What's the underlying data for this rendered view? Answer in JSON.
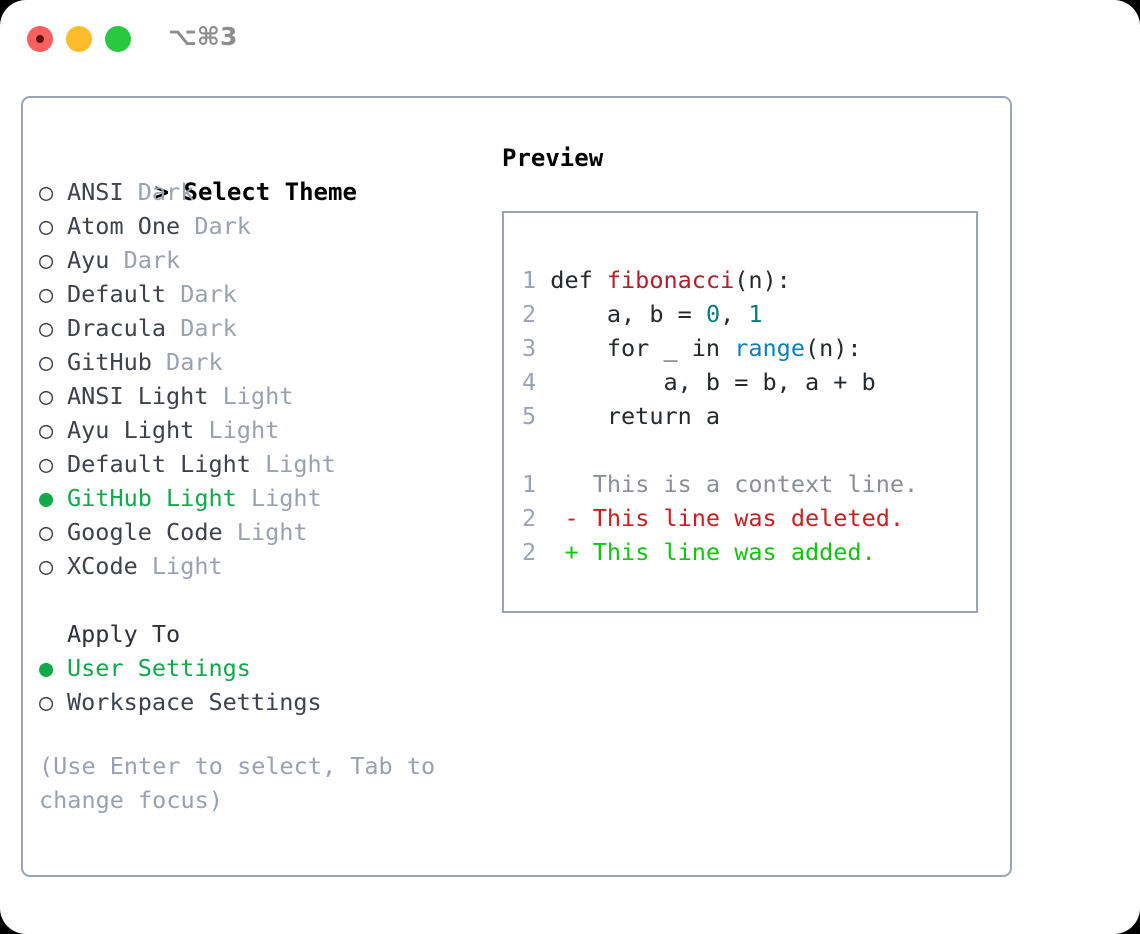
{
  "window": {
    "shortcut_label": "⌥⌘3",
    "controls": [
      "close",
      "minimize",
      "maximize"
    ]
  },
  "theme_picker": {
    "header_prefix": ">",
    "header": "Select Theme",
    "bullet_selected": "●",
    "bullet_unselected": "○",
    "items": [
      {
        "label": "ANSI",
        "badge": "Dark",
        "selected": false
      },
      {
        "label": "Atom One",
        "badge": "Dark",
        "selected": false
      },
      {
        "label": "Ayu",
        "badge": "Dark",
        "selected": false
      },
      {
        "label": "Default",
        "badge": "Dark",
        "selected": false
      },
      {
        "label": "Dracula",
        "badge": "Dark",
        "selected": false
      },
      {
        "label": "GitHub",
        "badge": "Dark",
        "selected": false
      },
      {
        "label": "ANSI Light",
        "badge": "Light",
        "selected": false
      },
      {
        "label": "Ayu Light",
        "badge": "Light",
        "selected": false
      },
      {
        "label": "Default Light",
        "badge": "Light",
        "selected": false
      },
      {
        "label": "GitHub Light",
        "badge": "Light",
        "selected": true
      },
      {
        "label": "Google Code",
        "badge": "Light",
        "selected": false
      },
      {
        "label": "XCode",
        "badge": "Light",
        "selected": false
      }
    ]
  },
  "apply_to": {
    "header": "Apply To",
    "items": [
      {
        "label": "User Settings",
        "selected": true
      },
      {
        "label": "Workspace Settings",
        "selected": false
      }
    ]
  },
  "hint": "(Use Enter to select, Tab to change focus)",
  "preview": {
    "title": "Preview",
    "code_lines": [
      {
        "n": "1",
        "tokens": [
          {
            "t": "def ",
            "c": "kw"
          },
          {
            "t": "fibonacci",
            "c": "fn"
          },
          {
            "t": "(n):",
            "c": "plain"
          }
        ]
      },
      {
        "n": "2",
        "tokens": [
          {
            "t": "    a, b = ",
            "c": "plain"
          },
          {
            "t": "0",
            "c": "num"
          },
          {
            "t": ", ",
            "c": "plain"
          },
          {
            "t": "1",
            "c": "num"
          }
        ]
      },
      {
        "n": "3",
        "tokens": [
          {
            "t": "    for _ in ",
            "c": "kw"
          },
          {
            "t": "range",
            "c": "bi"
          },
          {
            "t": "(n):",
            "c": "plain"
          }
        ]
      },
      {
        "n": "4",
        "tokens": [
          {
            "t": "        a, b = b, a + b",
            "c": "plain"
          }
        ]
      },
      {
        "n": "5",
        "tokens": [
          {
            "t": "    return a",
            "c": "kw"
          }
        ]
      }
    ],
    "diff_lines": [
      {
        "n": "1",
        "marker": " ",
        "text": "This is a context line.",
        "kind": "context"
      },
      {
        "n": "2",
        "marker": "-",
        "text": "This line was deleted.",
        "kind": "delete"
      },
      {
        "n": "2",
        "marker": "+",
        "text": "This line was added.",
        "kind": "add"
      }
    ]
  },
  "colors": {
    "selection_green": "#12a84c",
    "diff_add_green": "#11c60f",
    "diff_delete_red": "#cc1f1f",
    "badge_gray": "#9aa2b0",
    "border_slate": "#9aa4b4",
    "traffic_red": "#fc5f5f",
    "traffic_yellow": "#fdbc2c",
    "traffic_green": "#28c840"
  }
}
